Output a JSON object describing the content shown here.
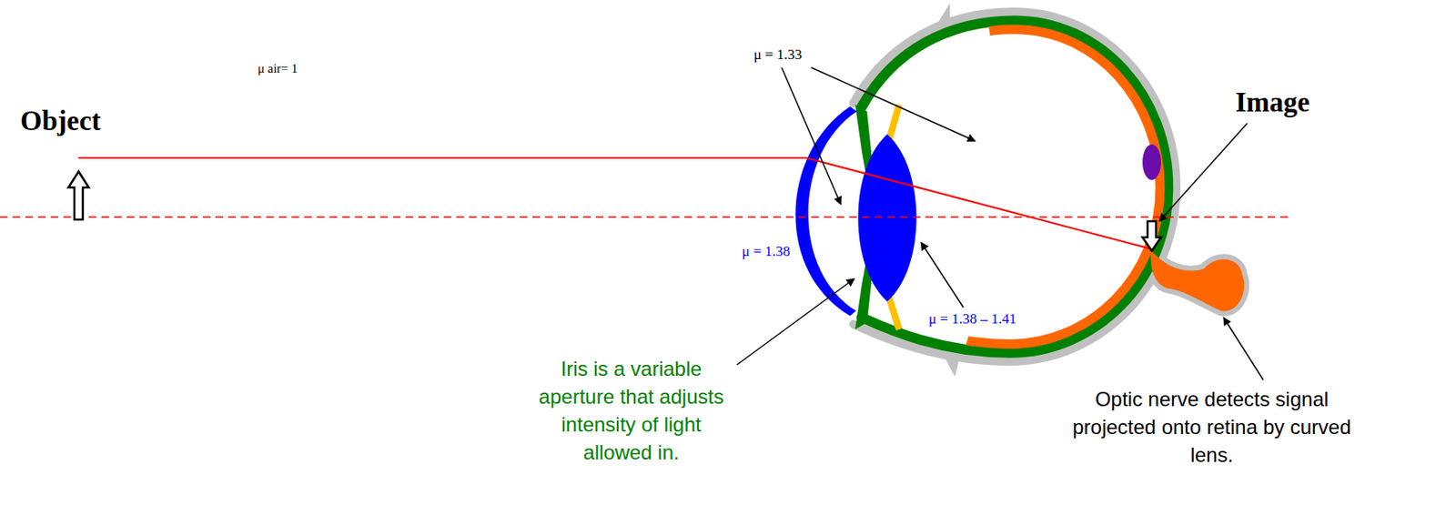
{
  "diagram": {
    "labels": [
      "Object",
      "μ air= 1",
      "μ = 1.33",
      "Image",
      "μ = 1.38",
      "μ = 1.38 – 1.41",
      "Iris is a variable aperture that adjusts intensity of light allowed in.",
      "Optic nerve detects signal projected onto retina by curved lens."
    ]
  }
}
